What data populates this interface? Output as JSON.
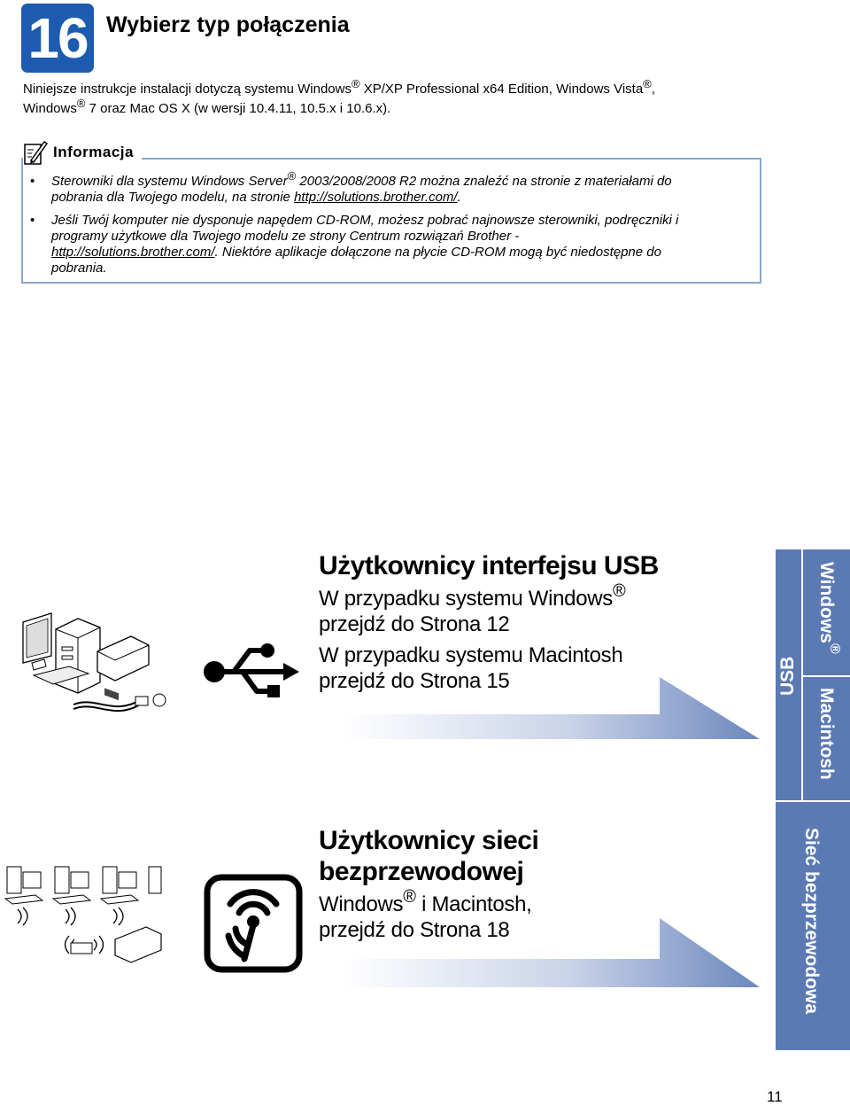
{
  "step": {
    "number": "16",
    "title": "Wybierz typ połączenia"
  },
  "intro": {
    "part1": "Niniejsze instrukcje instalacji dotyczą systemu Windows",
    "part2": " XP/XP Professional x64 Edition, Windows Vista",
    "part3": ",",
    "part4": "Windows",
    "part5": " 7 oraz Mac OS X (w wersji 10.4.11, 10.5.x i 10.6.x).",
    "registered": "®"
  },
  "info": {
    "title": "Informacja",
    "icon": "note-pencil-icon",
    "bullet1": {
      "a": "Sterowniki dla systemu Windows Server",
      "b": " 2003/2008/2008 R2 można znaleźć na stronie z materiałami do",
      "c": "pobrania dla Twojego modelu, na stronie ",
      "link": "http://solutions.brother.com/",
      "d": "."
    },
    "bullet2": {
      "line1": "Jeśli Twój komputer nie dysponuje napędem CD-ROM, możesz pobrać najnowsze sterowniki, podręczniki i",
      "line2": "programy użytkowe dla Twojego modelu ze strony Centrum rozwiązań Brother -",
      "link": "http://solutions.brother.com/",
      "line3": ". Niektóre aplikacje dołączone na płycie CD-ROM mogą być niedostępne do",
      "line4": "pobrania."
    },
    "bullet_char": "•"
  },
  "usb_section": {
    "title": "Użytkownicy interfejsu USB",
    "line1": "W przypadku systemu Windows",
    "line2": "przejdź do Strona 12",
    "line3": "W przypadku systemu Macintosh",
    "line4": "przejdź do Strona 15",
    "icon": "usb-icon"
  },
  "wireless_section": {
    "title_line1": "Użytkownicy sieci",
    "title_line2": "bezprzewodowej",
    "line1": "Windows",
    "line1b": " i Macintosh,",
    "line2": "przejdź do Strona 18",
    "icon": "wireless-icon"
  },
  "sidebar": {
    "usb_label": "USB",
    "windows_label": "Windows",
    "macintosh_label": "Macintosh",
    "wireless_label": "Sieć bezprzewodowa",
    "color": "#5b79b3"
  },
  "page_number": "11",
  "colors": {
    "accent": "#1c5bb0",
    "info_border": "#8aa7cf"
  }
}
